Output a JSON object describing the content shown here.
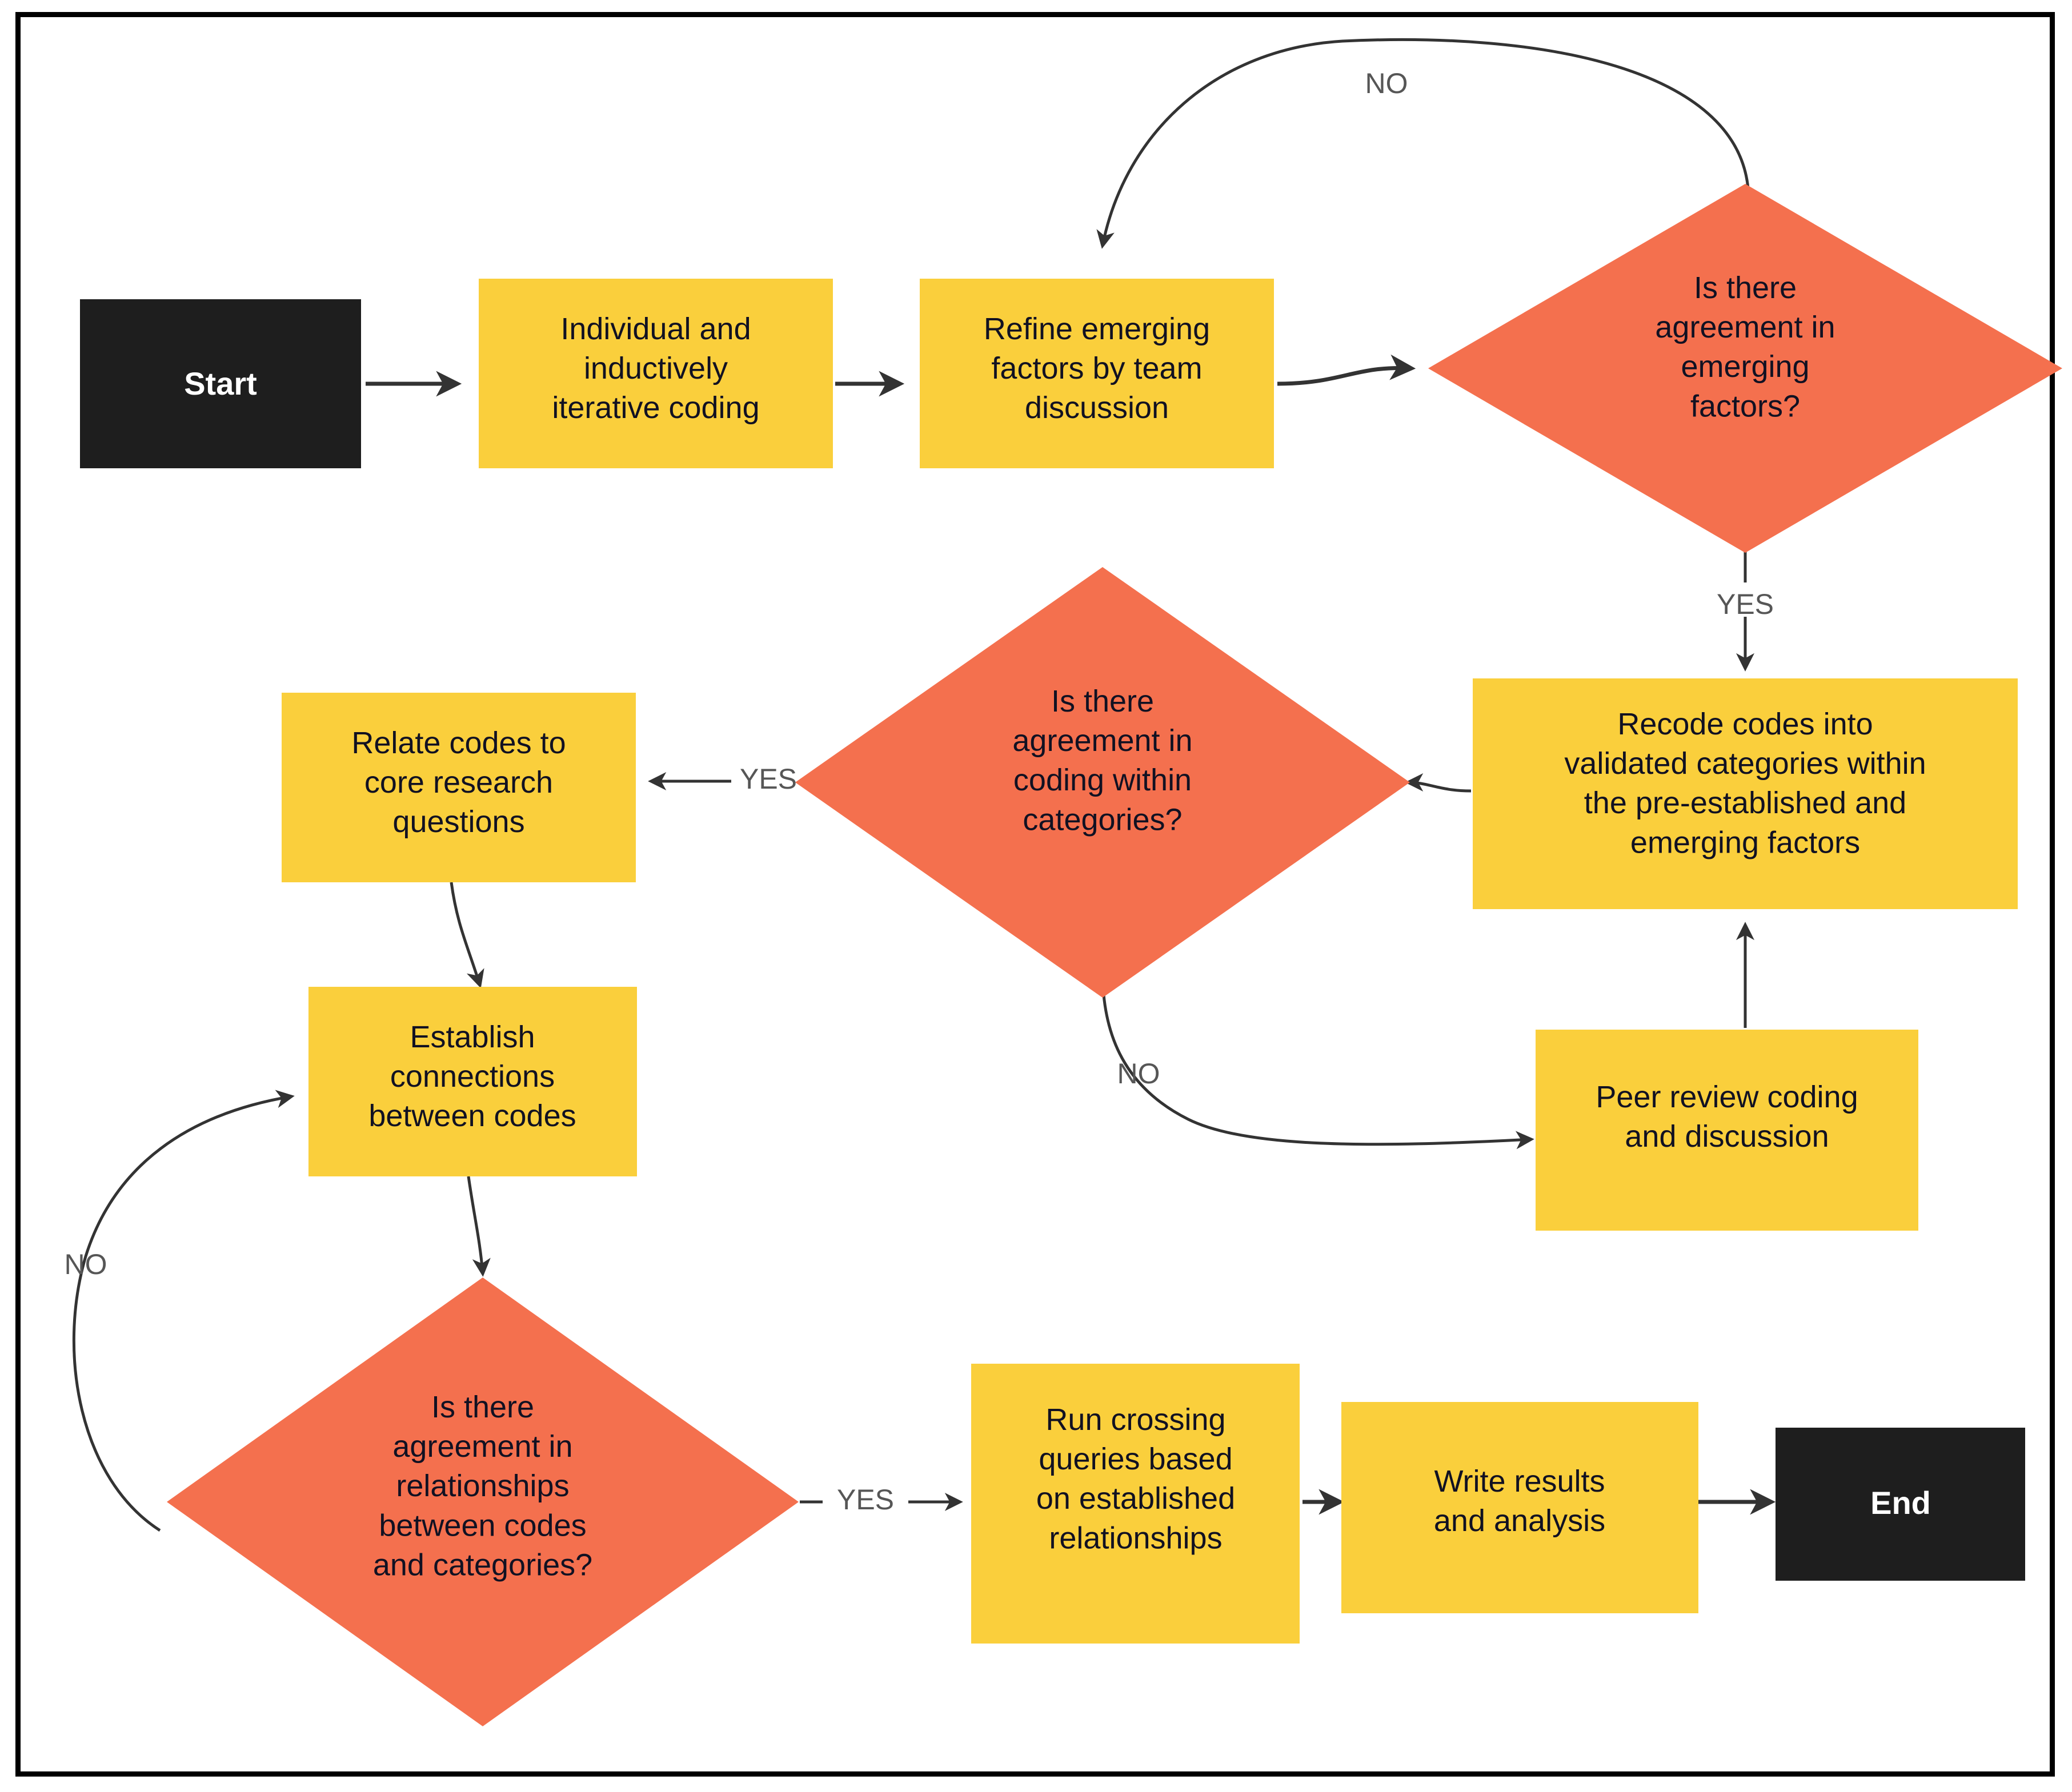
{
  "diagram": {
    "title": "Qualitative coding analysis flowchart",
    "type": "flowchart",
    "colors": {
      "process_fill": "#FACF3C",
      "decision_fill": "#F4704E",
      "terminal_fill": "#1E1E1E",
      "terminal_text": "#FFFFFF",
      "node_text": "#111122",
      "edge_label_text": "#565656",
      "edge_stroke": "#333333",
      "frame_border": "#000000",
      "background": "#FFFFFF"
    },
    "nodes": {
      "start": {
        "label": "Start",
        "shape": "terminal"
      },
      "individual_coding": {
        "label": "Individual and\ninductively\niterative coding",
        "shape": "process"
      },
      "refine_factors": {
        "label": "Refine emerging\nfactors by team\ndiscussion",
        "shape": "process"
      },
      "agreement_emerging": {
        "label": "Is there\nagreement in\nemerging\nfactors?",
        "shape": "decision"
      },
      "recode_codes": {
        "label": "Recode codes into\nvalidated categories within\nthe pre-established and\nemerging factors",
        "shape": "process"
      },
      "agreement_coding": {
        "label": "Is there\nagreement in\ncoding within\ncategories?",
        "shape": "decision"
      },
      "peer_review": {
        "label": "Peer review coding\nand discussion",
        "shape": "process"
      },
      "relate_codes": {
        "label": "Relate codes to\ncore research\nquestions",
        "shape": "process"
      },
      "establish_connections": {
        "label": "Establish\nconnections\nbetween codes",
        "shape": "process"
      },
      "agreement_relationships": {
        "label": "Is there\nagreement in\nrelationships\nbetween codes\nand categories?",
        "shape": "decision"
      },
      "run_queries": {
        "label": "Run crossing\nqueries based\non established\nrelationships",
        "shape": "process"
      },
      "write_results": {
        "label": "Write results\nand analysis",
        "shape": "process"
      },
      "end": {
        "label": "End",
        "shape": "terminal"
      }
    },
    "edge_labels": {
      "emerging_no": "NO",
      "emerging_yes": "YES",
      "coding_yes": "YES",
      "coding_no": "NO",
      "relationships_no": "NO",
      "relationships_yes": "YES"
    },
    "edges": [
      {
        "from": "start",
        "to": "individual_coding",
        "label": ""
      },
      {
        "from": "individual_coding",
        "to": "refine_factors",
        "label": ""
      },
      {
        "from": "refine_factors",
        "to": "agreement_emerging",
        "label": ""
      },
      {
        "from": "agreement_emerging",
        "to": "refine_factors",
        "label": "NO"
      },
      {
        "from": "agreement_emerging",
        "to": "recode_codes",
        "label": "YES"
      },
      {
        "from": "recode_codes",
        "to": "agreement_coding",
        "label": ""
      },
      {
        "from": "agreement_coding",
        "to": "relate_codes",
        "label": "YES"
      },
      {
        "from": "agreement_coding",
        "to": "peer_review",
        "label": "NO"
      },
      {
        "from": "peer_review",
        "to": "recode_codes",
        "label": ""
      },
      {
        "from": "relate_codes",
        "to": "establish_connections",
        "label": ""
      },
      {
        "from": "establish_connections",
        "to": "agreement_relationships",
        "label": ""
      },
      {
        "from": "agreement_relationships",
        "to": "establish_connections",
        "label": "NO"
      },
      {
        "from": "agreement_relationships",
        "to": "run_queries",
        "label": "YES"
      },
      {
        "from": "run_queries",
        "to": "write_results",
        "label": ""
      },
      {
        "from": "write_results",
        "to": "end",
        "label": ""
      }
    ]
  }
}
